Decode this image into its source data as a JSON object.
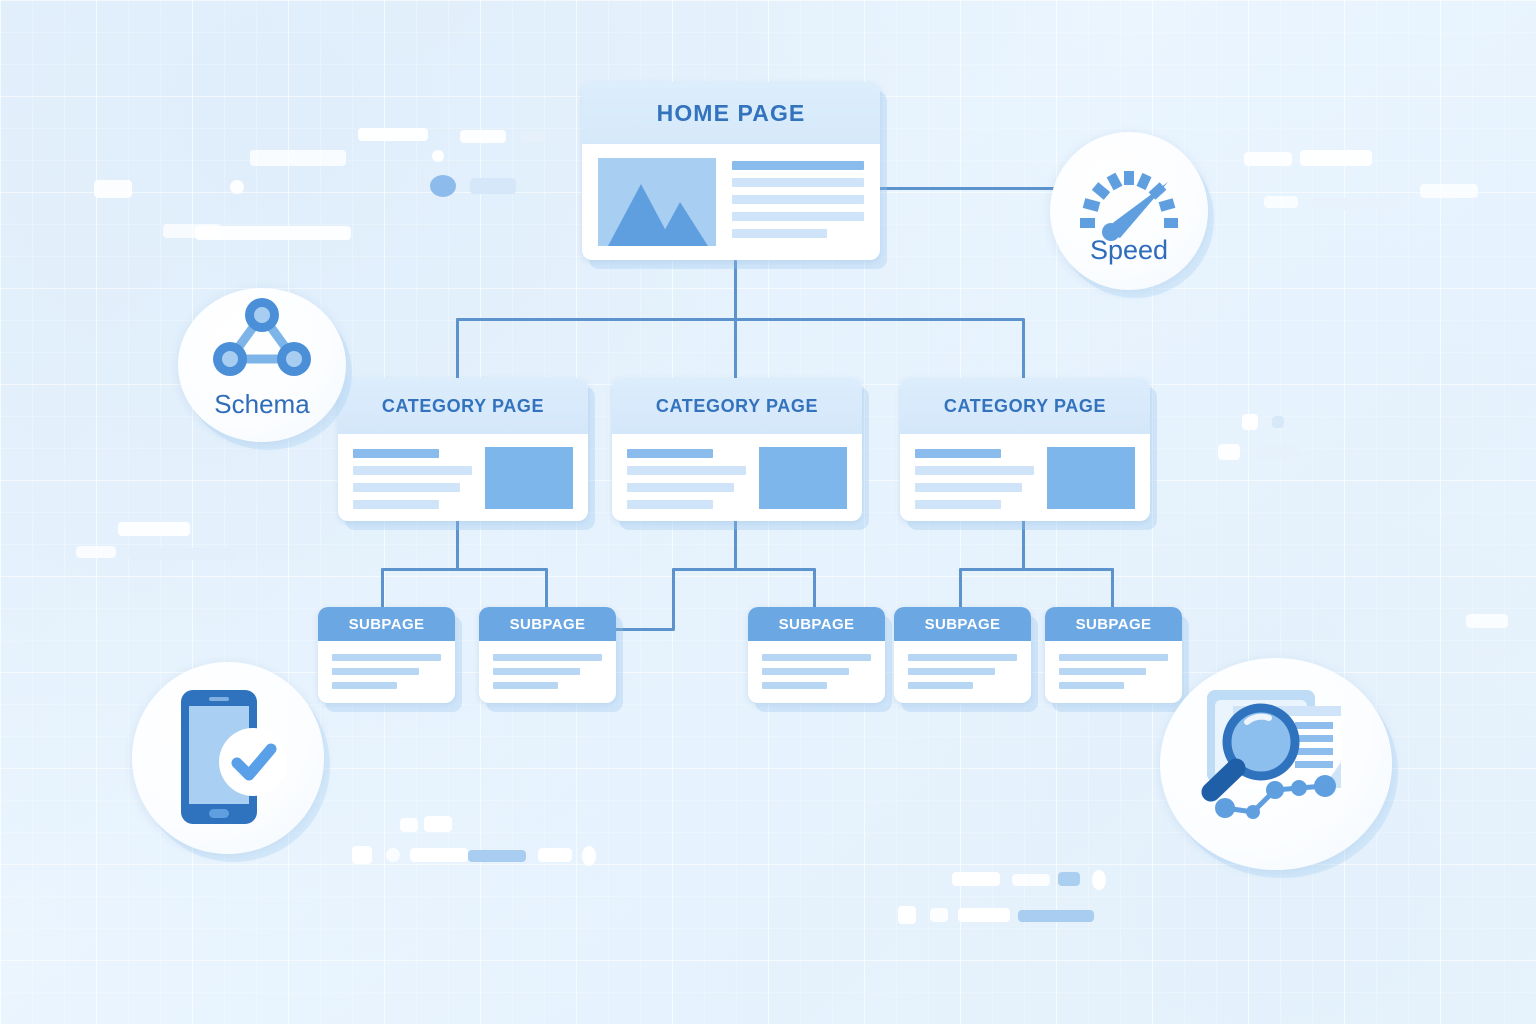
{
  "diagram": {
    "title": "Website architecture sitemap diagram",
    "background_color": "#e8f3fd",
    "accent_color": "#5d93cc",
    "node_label_color": "#3372bd"
  },
  "nodes": {
    "home": {
      "label": "HOME PAGE"
    },
    "categories": [
      {
        "label": "CATEGORY PAGE"
      },
      {
        "label": "CATEGORY PAGE"
      },
      {
        "label": "CATEGORY PAGE"
      }
    ],
    "subpages": [
      {
        "label": "SUBPAGE"
      },
      {
        "label": "SUBPAGE"
      },
      {
        "label": "SUBPAGE"
      },
      {
        "label": "SUBPAGE"
      },
      {
        "label": "SUBPAGE"
      }
    ]
  },
  "badges": {
    "speed": {
      "label": "Speed",
      "icon": "speedometer-icon"
    },
    "schema": {
      "label": "Schema",
      "icon": "schema-graph-icon"
    },
    "mobile": {
      "label": "",
      "icon": "mobile-check-icon"
    },
    "analytics": {
      "label": "",
      "icon": "search-analytics-icon"
    }
  },
  "chart_data": {
    "type": "diagram",
    "title": "Site architecture tree",
    "levels": [
      {
        "level": 1,
        "nodes": [
          "HOME PAGE"
        ]
      },
      {
        "level": 2,
        "nodes": [
          "CATEGORY PAGE",
          "CATEGORY PAGE",
          "CATEGORY PAGE"
        ]
      },
      {
        "level": 3,
        "nodes": [
          "SUBPAGE",
          "SUBPAGE",
          "SUBPAGE",
          "SUBPAGE",
          "SUBPAGE"
        ]
      }
    ],
    "edges": [
      {
        "from": "HOME PAGE",
        "to": "CATEGORY PAGE 1"
      },
      {
        "from": "HOME PAGE",
        "to": "CATEGORY PAGE 2"
      },
      {
        "from": "HOME PAGE",
        "to": "CATEGORY PAGE 3"
      },
      {
        "from": "HOME PAGE",
        "to": "Speed"
      },
      {
        "from": "CATEGORY PAGE 1",
        "to": "SUBPAGE 1"
      },
      {
        "from": "CATEGORY PAGE 1",
        "to": "SUBPAGE 2"
      },
      {
        "from": "CATEGORY PAGE 2",
        "to": "SUBPAGE 3"
      },
      {
        "from": "CATEGORY PAGE 3",
        "to": "SUBPAGE 4"
      },
      {
        "from": "CATEGORY PAGE 3",
        "to": "SUBPAGE 5"
      }
    ]
  }
}
